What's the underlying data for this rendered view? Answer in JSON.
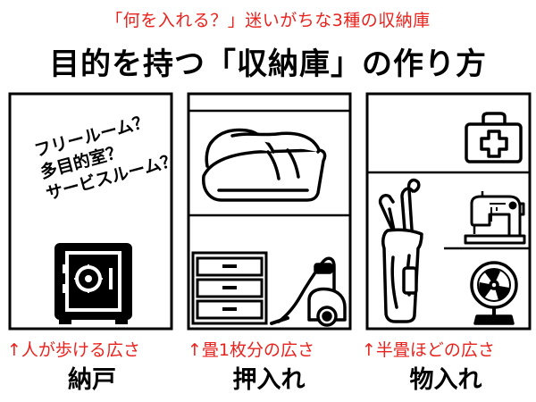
{
  "header": {
    "subtitle": "「何を入れる？」迷いがちな3種の収納庫",
    "title": "目的を持つ「収納庫」の作り方"
  },
  "panels": [
    {
      "name": "納戸",
      "caption": "↑人が歩ける広さ",
      "note_lines": [
        "フリールーム？",
        "多目的室？",
        "サービスルーム？"
      ],
      "icons": [
        "safe-icon"
      ]
    },
    {
      "name": "押入れ",
      "caption": "↑畳1枚分の広さ",
      "icons": [
        "futon-icon",
        "drawer-chest-icon",
        "vacuum-cleaner-icon"
      ]
    },
    {
      "name": "物入れ",
      "caption": "↑半畳ほどの広さ",
      "icons": [
        "first-aid-kit-icon",
        "sewing-machine-icon",
        "golf-bag-icon",
        "electric-fan-icon"
      ]
    }
  ],
  "colors": {
    "accent": "#e8231e",
    "ink": "#000000"
  }
}
